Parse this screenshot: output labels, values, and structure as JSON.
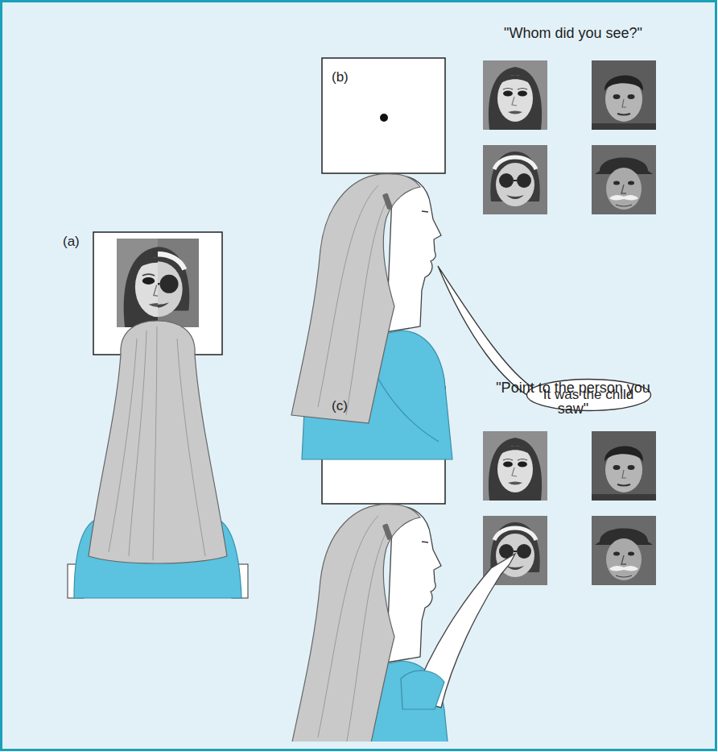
{
  "diagram": {
    "nodes": [
      {
        "text": [
          "(a)"
        ]
      },
      {
        "text": [
          "(b)"
        ]
      },
      {
        "text": [
          "It was the child"
        ]
      },
      {
        "text": [
          "(c)"
        ]
      }
    ],
    "labels": [
      "\"Whom did you see?\"",
      "\"Point to the person you saw\""
    ]
  }
}
